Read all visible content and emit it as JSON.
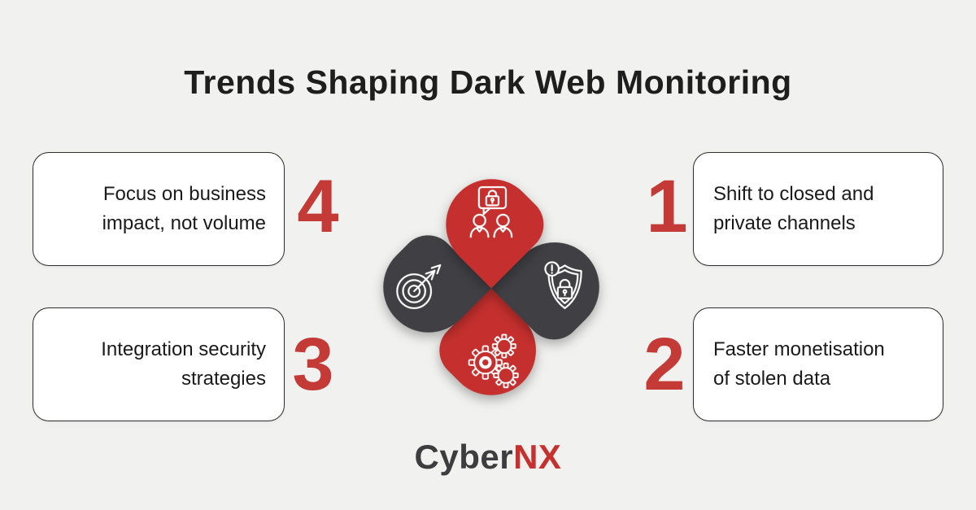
{
  "title": "Trends Shaping Dark Web Monitoring",
  "cards": {
    "top_left": {
      "number": "4",
      "label": "Focus on business impact, not volume"
    },
    "top_right": {
      "number": "1",
      "label": "Shift to closed and private channels"
    },
    "bottom_left": {
      "number": "3",
      "label": "Integration security strategies"
    },
    "bottom_right": {
      "number": "2",
      "label": "Faster monetisation of stolen data"
    }
  },
  "diagram": {
    "petals": [
      {
        "position": "top",
        "color": "#c5302e",
        "icon": "secure-chat-icon"
      },
      {
        "position": "right",
        "color": "#3f3f44",
        "icon": "shield-alert-icon"
      },
      {
        "position": "bottom",
        "color": "#c5302e",
        "icon": "gears-icon"
      },
      {
        "position": "left",
        "color": "#3f3f44",
        "icon": "target-arrow-icon"
      }
    ]
  },
  "brand": {
    "prefix": "Cyber",
    "suffix": "NX"
  },
  "colors": {
    "background": "#f1f1ef",
    "petal_red": "#c5302e",
    "petal_dark": "#3f3f44",
    "number_red": "#c43a37",
    "title_text": "#1e1e1e",
    "card_text": "#1a1a1a",
    "card_border": "#2e2e2e",
    "card_background": "#ffffff",
    "icon_stroke": "#ffffff",
    "brand_gray": "#3d3d3f",
    "brand_red": "#c6302d"
  }
}
